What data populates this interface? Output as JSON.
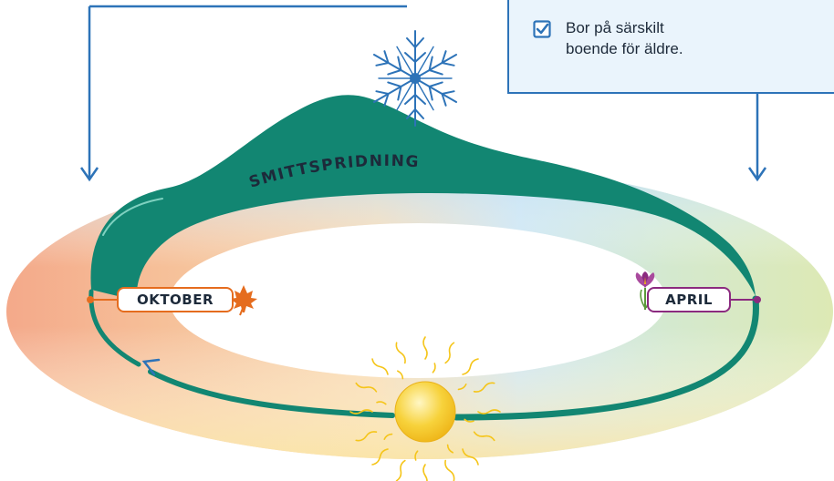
{
  "info_box": {
    "lines": [
      "Bor på särskilt",
      "boende för äldre."
    ],
    "checked": true
  },
  "hill": {
    "label": "SMITTSPRIDNING"
  },
  "months": {
    "october": "OKTOBER",
    "april": "APRIL"
  },
  "icons": {
    "winter": "snowflake-icon",
    "autumn": "maple-leaf-icon",
    "spring": "crocus-flower-icon",
    "summer": "sun-icon"
  },
  "colors": {
    "arrow_blue": "#2d73b8",
    "hill_green": "#128672",
    "autumn_orange": "#e56c1e",
    "spring_purple": "#8b2a7f",
    "sun_yellow": "#f5c51a",
    "snow_blue": "#2d73b8"
  }
}
